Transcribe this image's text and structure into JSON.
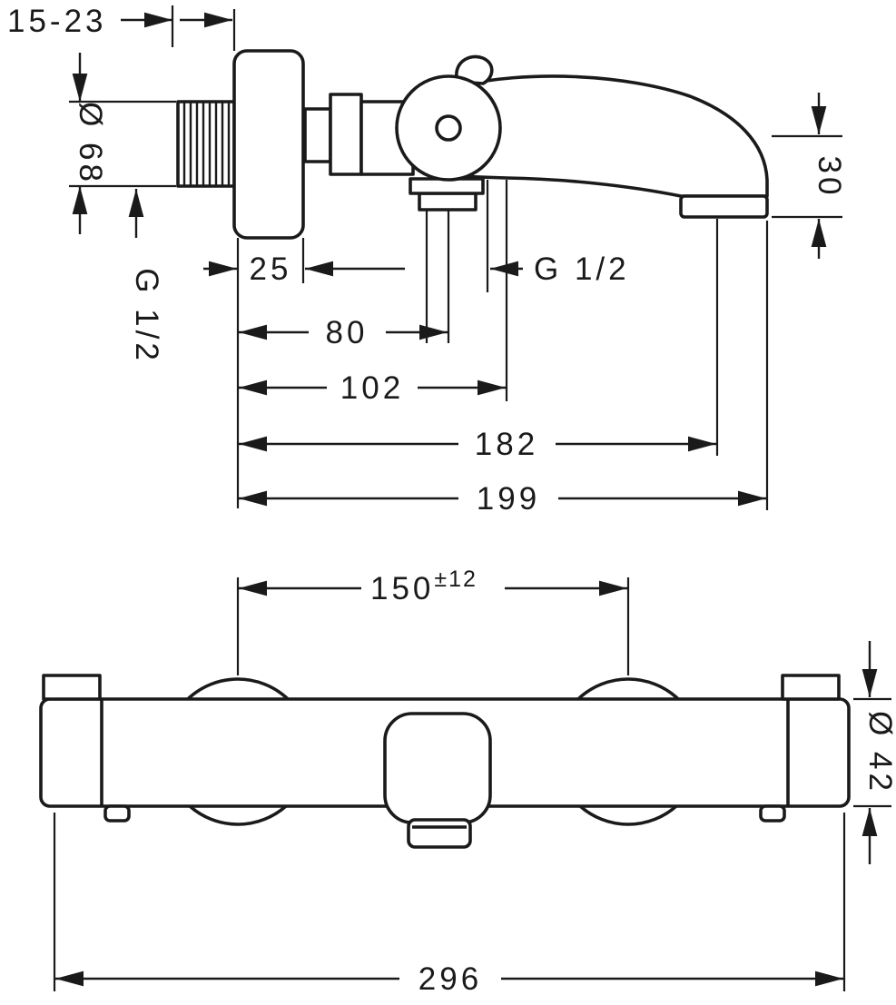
{
  "side_view": {
    "wall_distance": "15-23",
    "escutcheon_diameter": "Ø 68",
    "inlet_thread": "G 1/2",
    "escutcheon_depth": "25",
    "spout_center": "80",
    "connection_center": "102",
    "outlet_reach": "182",
    "overall_length": "199",
    "connection_thread": "G 1/2",
    "spout_height": "30"
  },
  "front_view": {
    "connection_distance": "150",
    "connection_tolerance": "±12",
    "body_diameter": "Ø 42",
    "overall_width": "296"
  }
}
